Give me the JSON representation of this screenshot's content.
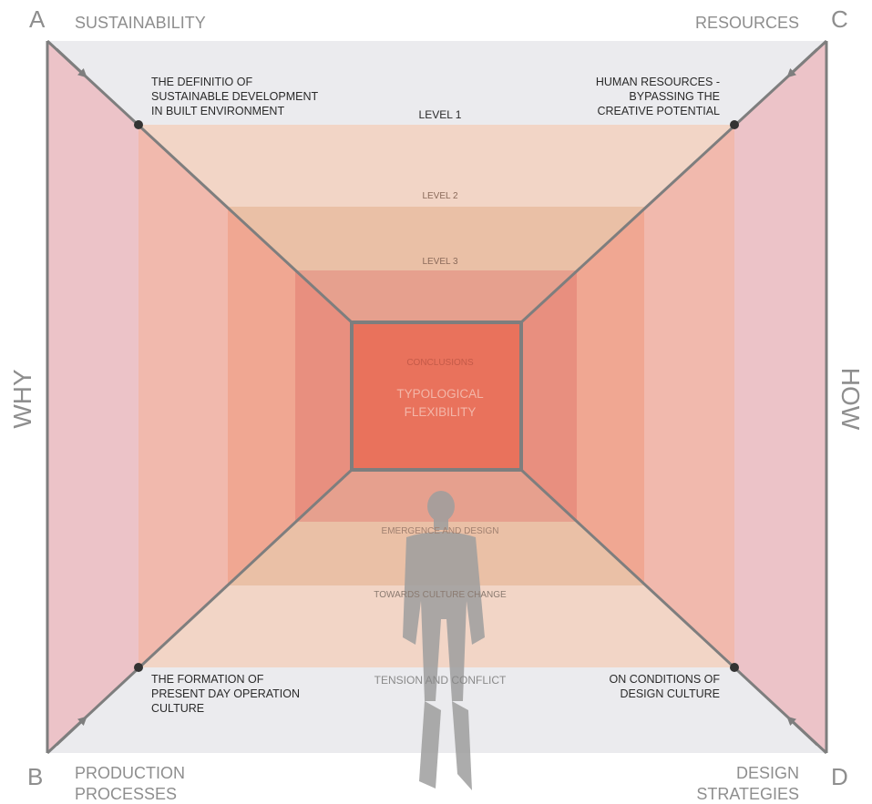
{
  "corners": {
    "a": {
      "letter": "A",
      "label": "SUSTAINABILITY"
    },
    "b": {
      "letter": "B",
      "label_lines": [
        "PRODUCTION",
        "PROCESSES"
      ]
    },
    "c": {
      "letter": "C",
      "label": "RESOURCES"
    },
    "d": {
      "letter": "D",
      "label_lines": [
        "DESIGN",
        "STRATEGIES"
      ]
    }
  },
  "sides": {
    "left": "WHY",
    "right": "HOW"
  },
  "notes": {
    "top_left": [
      "THE DEFINITIO OF",
      "SUSTAINABLE DEVELOPMENT",
      "IN BUILT ENVIRONMENT"
    ],
    "top_right": [
      "HUMAN RESOURCES -",
      "BYPASSING THE",
      "CREATIVE POTENTIAL"
    ],
    "bottom_left": [
      "THE FORMATION OF",
      "PRESENT DAY OPERATION",
      "CULTURE"
    ],
    "bottom_right": [
      "ON CONDITIONS OF",
      "DESIGN CULTURE"
    ]
  },
  "levels_top": [
    "LEVEL 1",
    "LEVEL 2",
    "LEVEL 3"
  ],
  "levels_bottom": [
    "TENSION AND CONFLICT",
    "TOWARDS CULTURE CHANGE",
    "EMERGENCE AND DESIGN"
  ],
  "center": {
    "heading": "CONCLUSIONS",
    "title_lines": [
      "TYPOLOGICAL",
      "FLEXIBILITY"
    ]
  },
  "colors": {
    "outer": "#ebebee",
    "triangle": "#ecc3c8",
    "band1": "#f2d5c6",
    "band2": "#eac0a6",
    "band3": "#e6a08e",
    "side1": "#f1b9ad",
    "side2": "#f0a792",
    "side3": "#e88f7f",
    "core": "#e9725c",
    "line": "#7e7e7e",
    "text_gray": "#8e8e8e",
    "text_dark": "#2a2a2a",
    "figure": "#9e9e9e"
  }
}
